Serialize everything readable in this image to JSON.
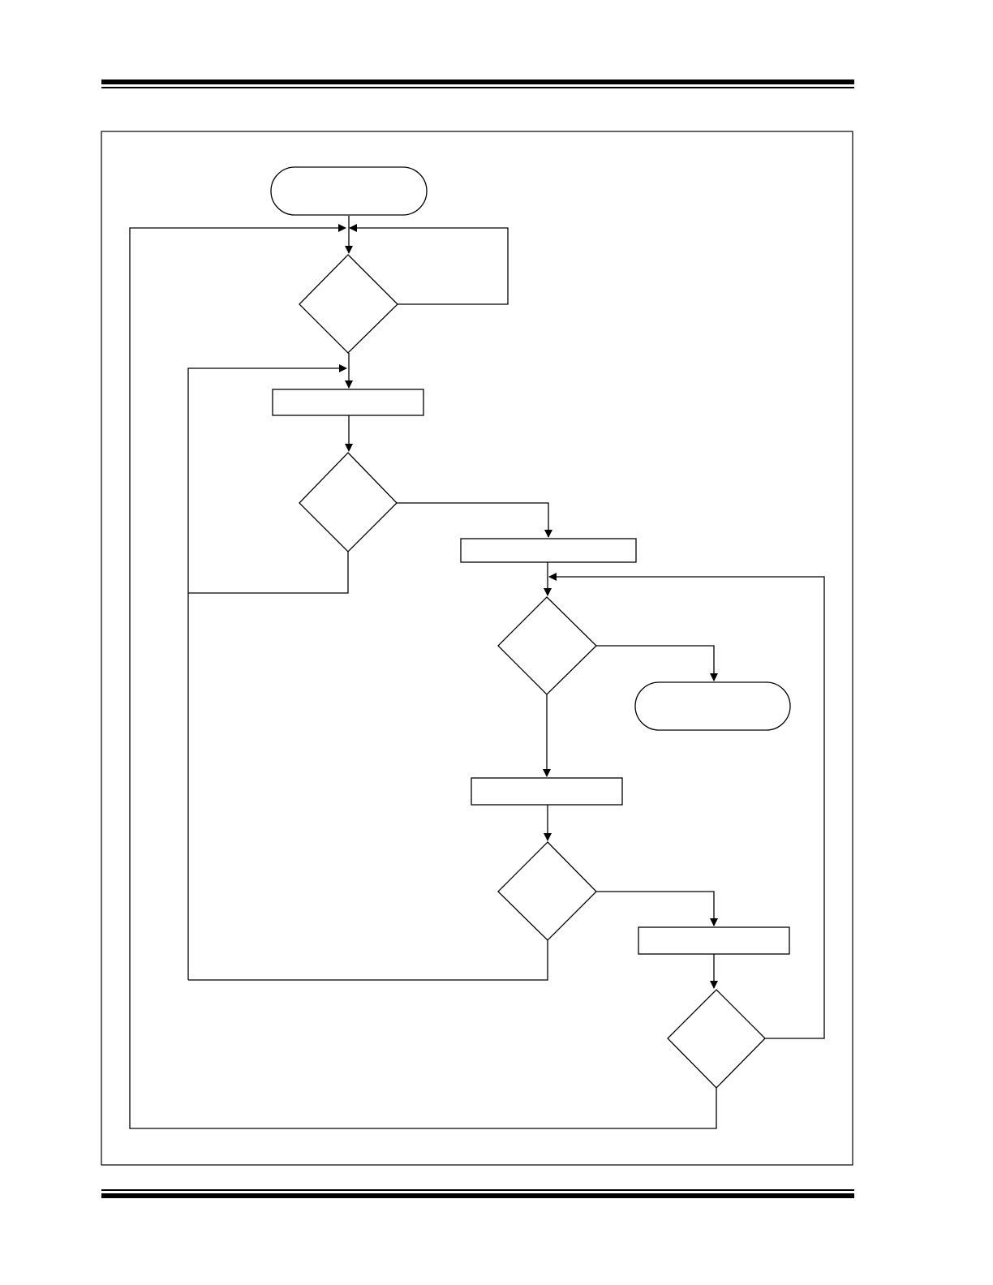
{
  "page": {
    "header_rule": "double-line",
    "footer_rule": "double-line",
    "figure_frame": true
  },
  "colors": {
    "stroke": "#000000",
    "fill": "#ffffff"
  },
  "flowchart": {
    "terminals": [
      {
        "id": "start",
        "label": ""
      },
      {
        "id": "end",
        "label": ""
      }
    ],
    "processes": [
      {
        "id": "process-1",
        "label": ""
      },
      {
        "id": "process-2",
        "label": ""
      },
      {
        "id": "process-3",
        "label": ""
      },
      {
        "id": "process-4",
        "label": ""
      }
    ],
    "decisions": [
      {
        "id": "decision-1",
        "label": ""
      },
      {
        "id": "decision-2",
        "label": ""
      },
      {
        "id": "decision-3",
        "label": ""
      },
      {
        "id": "decision-4",
        "label": ""
      },
      {
        "id": "decision-5",
        "label": ""
      }
    ]
  }
}
